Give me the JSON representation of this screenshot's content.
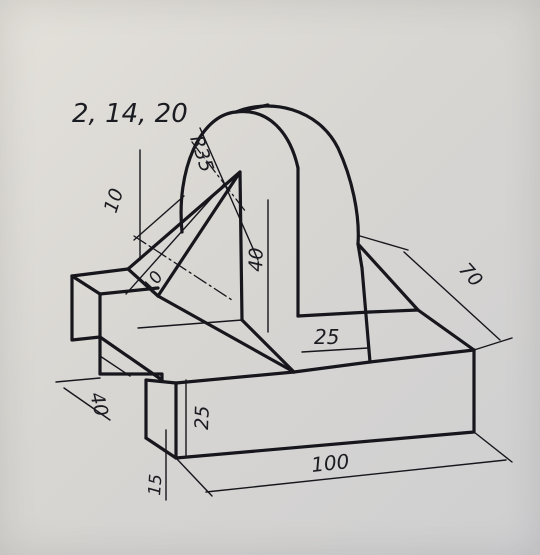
{
  "problem_numbers": "2, 14, 20",
  "dimensions": {
    "radius": "R35",
    "top_10": "10",
    "rib_10": "10",
    "height_40": "40",
    "slot_25": "25",
    "length_70": "70",
    "depth_40": "40",
    "height_25": "25",
    "base_15": "15",
    "length_100": "100"
  },
  "colors": {
    "ink": "#16161c",
    "paper": "#dedbd6"
  }
}
